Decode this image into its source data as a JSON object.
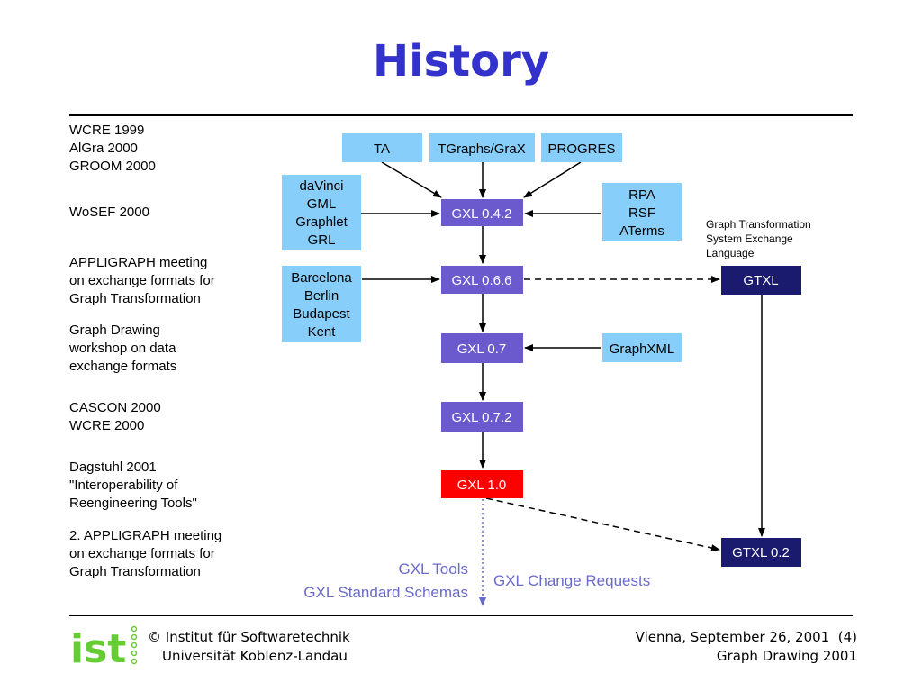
{
  "title": "History",
  "colors": {
    "title": "#3333cc",
    "light_box": "#87cefa",
    "gxl_box": "#6a5acd",
    "gxl_final": "#ff0000",
    "gtxl_box": "#1a1a6e",
    "outcome_text": "#6a6acd",
    "logo_green": "#66cc33"
  },
  "events": [
    {
      "lines": [
        "WCRE 1999",
        "AlGra 2000",
        "GROOM 2000"
      ]
    },
    {
      "lines": [
        "WoSEF 2000"
      ]
    },
    {
      "lines": [
        "APPLIGRAPH meeting",
        "on exchange formats for",
        "Graph Transformation"
      ]
    },
    {
      "lines": [
        "Graph Drawing",
        "workshop on data",
        "exchange formats"
      ]
    },
    {
      "lines": [
        "CASCON 2000",
        "WCRE 2000"
      ]
    },
    {
      "lines": [
        "Dagstuhl 2001",
        "\"Interoperability of",
        "Reengineering Tools\""
      ]
    },
    {
      "lines": [
        "2. APPLIGRAPH meeting",
        "on exchange formats for",
        "Graph Transformation"
      ]
    }
  ],
  "sources": {
    "ta": [
      "TA"
    ],
    "tgraphs": [
      "TGraphs/GraX"
    ],
    "progres": [
      "PROGRES"
    ],
    "davinci": [
      "daVinci",
      "GML",
      "Graphlet",
      "GRL"
    ],
    "rpa": [
      "RPA",
      "RSF",
      "ATerms"
    ],
    "barcelona": [
      "Barcelona",
      "Berlin",
      "Budapest",
      "Kent"
    ],
    "graphxml": [
      "GraphXML"
    ]
  },
  "versions": {
    "gxl042": "GXL 0.4.2",
    "gxl066": "GXL 0.6.6",
    "gxl07": "GXL 0.7",
    "gxl072": "GXL 0.7.2",
    "gxl10": "GXL 1.0",
    "gtxl": "GTXL",
    "gtxl02": "GTXL 0.2"
  },
  "gtxl_note": [
    "Graph Transformation",
    "System Exchange",
    "Language"
  ],
  "outcomes": {
    "tools": "GXL Tools",
    "schemas": "GXL Standard Schemas",
    "change_requests": "GXL Change Requests"
  },
  "footer": {
    "copyright": "©",
    "institute": "Institut für Softwaretechnik",
    "university": "Universität Koblenz-Landau",
    "place_date": "Vienna, September 26, 2001  (4)",
    "event": "Graph Drawing 2001",
    "logo_text": "ist"
  }
}
